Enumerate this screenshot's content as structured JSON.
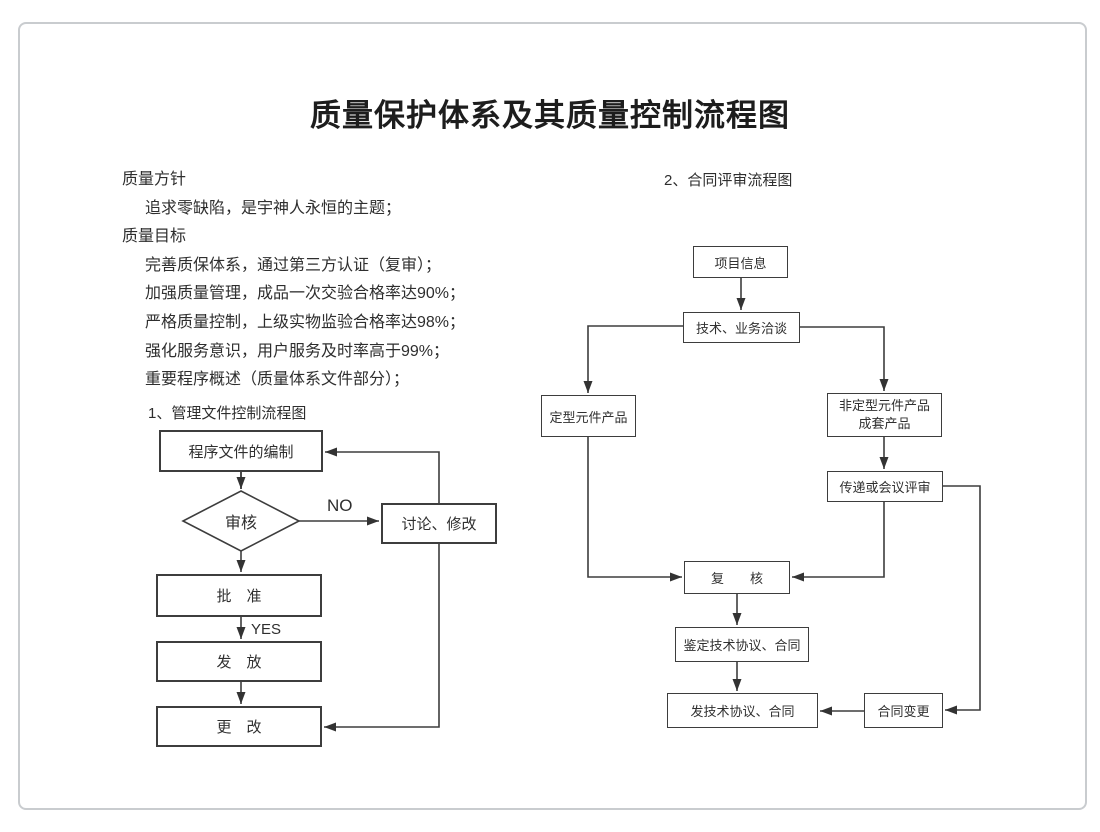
{
  "page": {
    "title": "质量保护体系及其质量控制流程图"
  },
  "policy": {
    "heading1": "质量方针",
    "item1": "追求零缺陷，是宇神人永恒的主题；",
    "heading2": "质量目标",
    "item2": "完善质保体系，通过第三方认证（复审）；",
    "item3": "加强质量管理，成品一次交验合格率达90%；",
    "item4": "严格质量控制，上级实物监验合格率达98%；",
    "item5": "强化服务意识，用户服务及时率高于99%；",
    "item6": "重要程序概述（质量体系文件部分）；"
  },
  "flowchart1": {
    "title": "1、管理文件控制流程图",
    "nodes": {
      "compile": "程序文件的编制",
      "review": "审核",
      "discuss": "讨论、修改",
      "approve": "批　准",
      "issue": "发　放",
      "change": "更　改"
    },
    "labels": {
      "no": "NO",
      "yes": "YES"
    }
  },
  "flowchart2": {
    "title": "2、合同评审流程图",
    "nodes": {
      "project_info": "项目信息",
      "negotiation": "技术、业务洽谈",
      "standard_product": "定型元件产品",
      "nonstandard_line1": "非定型元件产品",
      "nonstandard_line2": "成套产品",
      "transfer_review": "传递或会议评审",
      "recheck": "复　　核",
      "identify_agreement": "鉴定技术协议、合同",
      "issue_agreement": "发技术协议、合同",
      "contract_change": "合同变更"
    }
  },
  "colors": {
    "line": "#3d3d3d",
    "page_border": "#c9cccf",
    "text": "#2e2e2e"
  }
}
